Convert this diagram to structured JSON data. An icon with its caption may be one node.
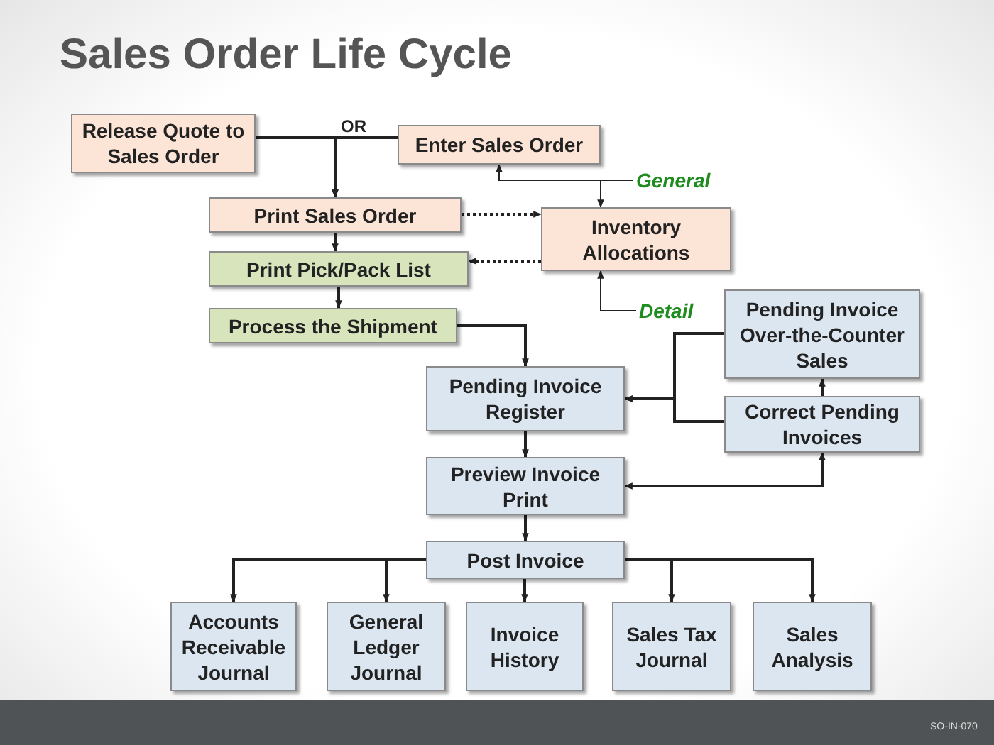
{
  "diagram": {
    "title": "Sales Order Life Cycle",
    "nodes": [
      {
        "text": [
          "Release Quote to Sales Order"
        ]
      },
      {
        "text": [
          "Enter Sales Order"
        ]
      },
      {
        "text": [
          "Print Sales Order"
        ]
      },
      {
        "text": [
          "Inventory Allocations"
        ]
      },
      {
        "text": [
          "Print Pick/Pack List"
        ]
      },
      {
        "text": [
          "Process the Shipment"
        ]
      },
      {
        "text": [
          "Pending Invoice Register"
        ]
      },
      {
        "text": [
          "Pending Invoice Over-the-Counter Sales"
        ]
      },
      {
        "text": [
          "Correct Pending Invoices"
        ]
      },
      {
        "text": [
          "Preview Invoice Print"
        ]
      },
      {
        "text": [
          "Post Invoice"
        ]
      },
      {
        "text": [
          "Accounts Receivable Journal"
        ]
      },
      {
        "text": [
          "General Ledger Journal"
        ]
      },
      {
        "text": [
          "Invoice History"
        ]
      },
      {
        "text": [
          "Sales Tax Journal"
        ]
      },
      {
        "text": [
          "Sales Analysis"
        ]
      },
      {
        "text": [
          "General"
        ]
      },
      {
        "text": [
          "Detail"
        ]
      }
    ],
    "edges": [
      {
        "from": 0,
        "to": 2,
        "arrow": "to",
        "label": "OR"
      },
      {
        "from": 1,
        "to": 2,
        "arrow": "to"
      },
      {
        "from": 2,
        "to": 3,
        "arrow": "to",
        "style": "dashed"
      },
      {
        "from": 3,
        "to": 4,
        "arrow": "to",
        "style": "dashed"
      },
      {
        "from": 2,
        "to": 4,
        "arrow": "to"
      },
      {
        "from": 4,
        "to": 5,
        "arrow": "to"
      },
      {
        "from": 5,
        "to": 6,
        "arrow": "to"
      },
      {
        "from": 7,
        "to": 6,
        "arrow": "to"
      },
      {
        "from": 8,
        "to": 6,
        "arrow": "to"
      },
      {
        "from": 6,
        "to": 9,
        "arrow": "to"
      },
      {
        "from": 9,
        "to": 8,
        "arrow": "both"
      },
      {
        "from": 8,
        "to": 7,
        "arrow": "to"
      },
      {
        "from": 9,
        "to": 10,
        "arrow": "to"
      },
      {
        "from": 10,
        "to": 11,
        "arrow": "to"
      },
      {
        "from": 10,
        "to": 12,
        "arrow": "to"
      },
      {
        "from": 10,
        "to": 13,
        "arrow": "to"
      },
      {
        "from": 10,
        "to": 14,
        "arrow": "to"
      },
      {
        "from": 10,
        "to": 15,
        "arrow": "to"
      },
      {
        "from": 16,
        "to": 1,
        "arrow": "to"
      },
      {
        "from": 16,
        "to": 3,
        "arrow": "to"
      },
      {
        "from": 17,
        "to": 3,
        "arrow": "to"
      }
    ],
    "labels": [
      "SO-IN-070"
    ]
  }
}
